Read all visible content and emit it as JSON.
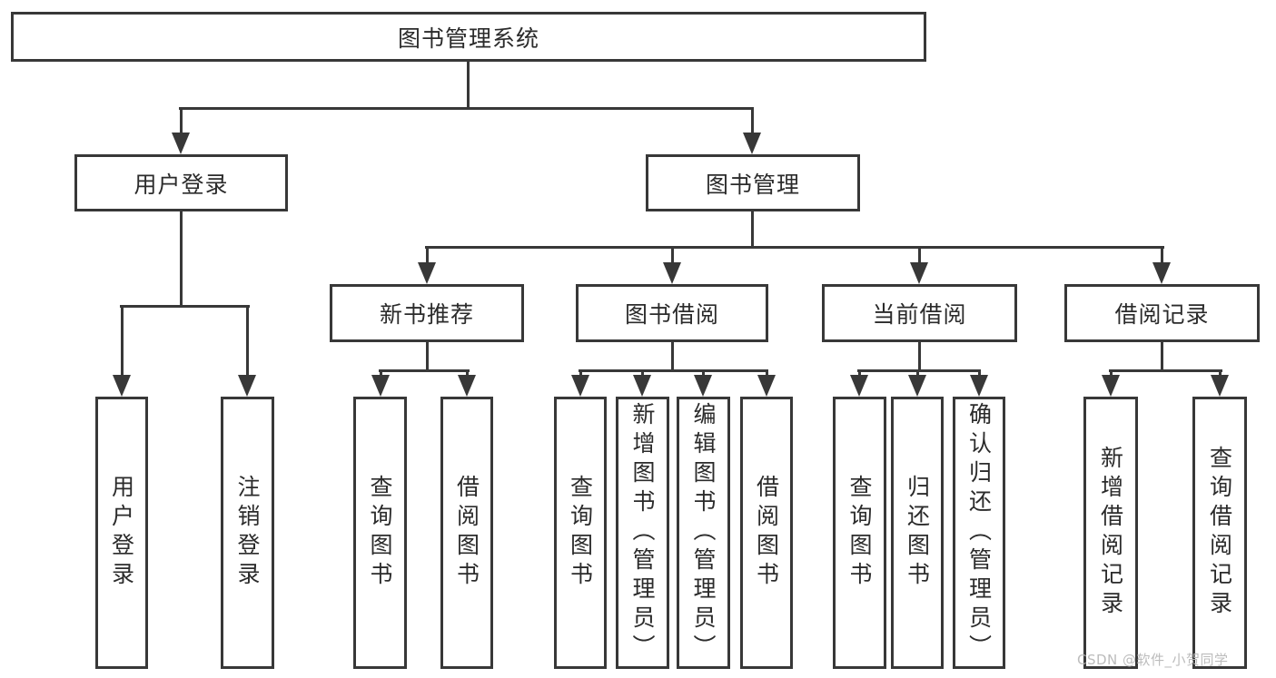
{
  "diagram_title": "图书管理系统",
  "nodes": {
    "root": "图书管理系统",
    "user_login": "用户登录",
    "book_mgmt": "图书管理",
    "new_book_rec": "新书推荐",
    "book_borrow": "图书借阅",
    "current_borrow": "当前借阅",
    "borrow_records": "借阅记录",
    "user_login_leaf": "用户登录",
    "logout_leaf": "注销登录",
    "rec_query_books": "查询图书",
    "rec_borrow_books": "借阅图书",
    "bb_query_books": "查询图书",
    "bb_add_books": "新增图书（管理员）",
    "bb_edit_books": "编辑图书（管理员）",
    "bb_borrow_books": "借阅图书",
    "cb_query_books": "查询图书",
    "cb_return_books": "归还图书",
    "cb_confirm_return": "确认归还（管理员）",
    "br_add_record": "新增借阅记录",
    "br_query_record": "查询借阅记录"
  },
  "hierarchy": {
    "图书管理系统": [
      "用户登录",
      "图书管理"
    ],
    "用户登录": [
      "用户登录",
      "注销登录"
    ],
    "图书管理": [
      "新书推荐",
      "图书借阅",
      "当前借阅",
      "借阅记录"
    ],
    "新书推荐": [
      "查询图书",
      "借阅图书"
    ],
    "图书借阅": [
      "查询图书",
      "新增图书（管理员）",
      "编辑图书（管理员）",
      "借阅图书"
    ],
    "当前借阅": [
      "查询图书",
      "归还图书",
      "确认归还（管理员）"
    ],
    "借阅记录": [
      "新增借阅记录",
      "查询借阅记录"
    ]
  },
  "watermark": "CSDN @软件_小贺同学",
  "colors": {
    "line": "#383838",
    "text": "#2b2b2b",
    "watermark": "#b9b9b9",
    "background": "#ffffff"
  }
}
